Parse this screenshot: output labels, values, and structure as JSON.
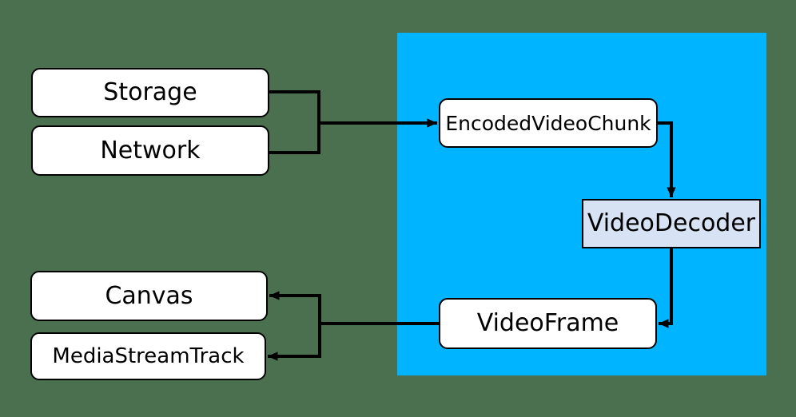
{
  "diagram": {
    "nodes": {
      "storage": {
        "label": "Storage"
      },
      "network": {
        "label": "Network"
      },
      "encoded_video_chunk": {
        "label": "EncodedVideoChunk"
      },
      "video_decoder": {
        "label": "VideoDecoder"
      },
      "video_frame": {
        "label": "VideoFrame"
      },
      "canvas": {
        "label": "Canvas"
      },
      "media_stream_track": {
        "label": "MediaStreamTrack"
      }
    },
    "edges": [
      {
        "from": "storage",
        "to": "encoded_video_chunk"
      },
      {
        "from": "network",
        "to": "encoded_video_chunk"
      },
      {
        "from": "encoded_video_chunk",
        "to": "video_decoder"
      },
      {
        "from": "video_decoder",
        "to": "video_frame"
      },
      {
        "from": "video_frame",
        "to": "canvas"
      },
      {
        "from": "video_frame",
        "to": "media_stream_track"
      }
    ]
  },
  "colors": {
    "page_background": "#4b7050",
    "region_fill": "#00b4ff",
    "node_fill": "#ffffff",
    "decoder_node_fill": "#d7e3f4",
    "line": "#000000",
    "text": "#000000"
  }
}
